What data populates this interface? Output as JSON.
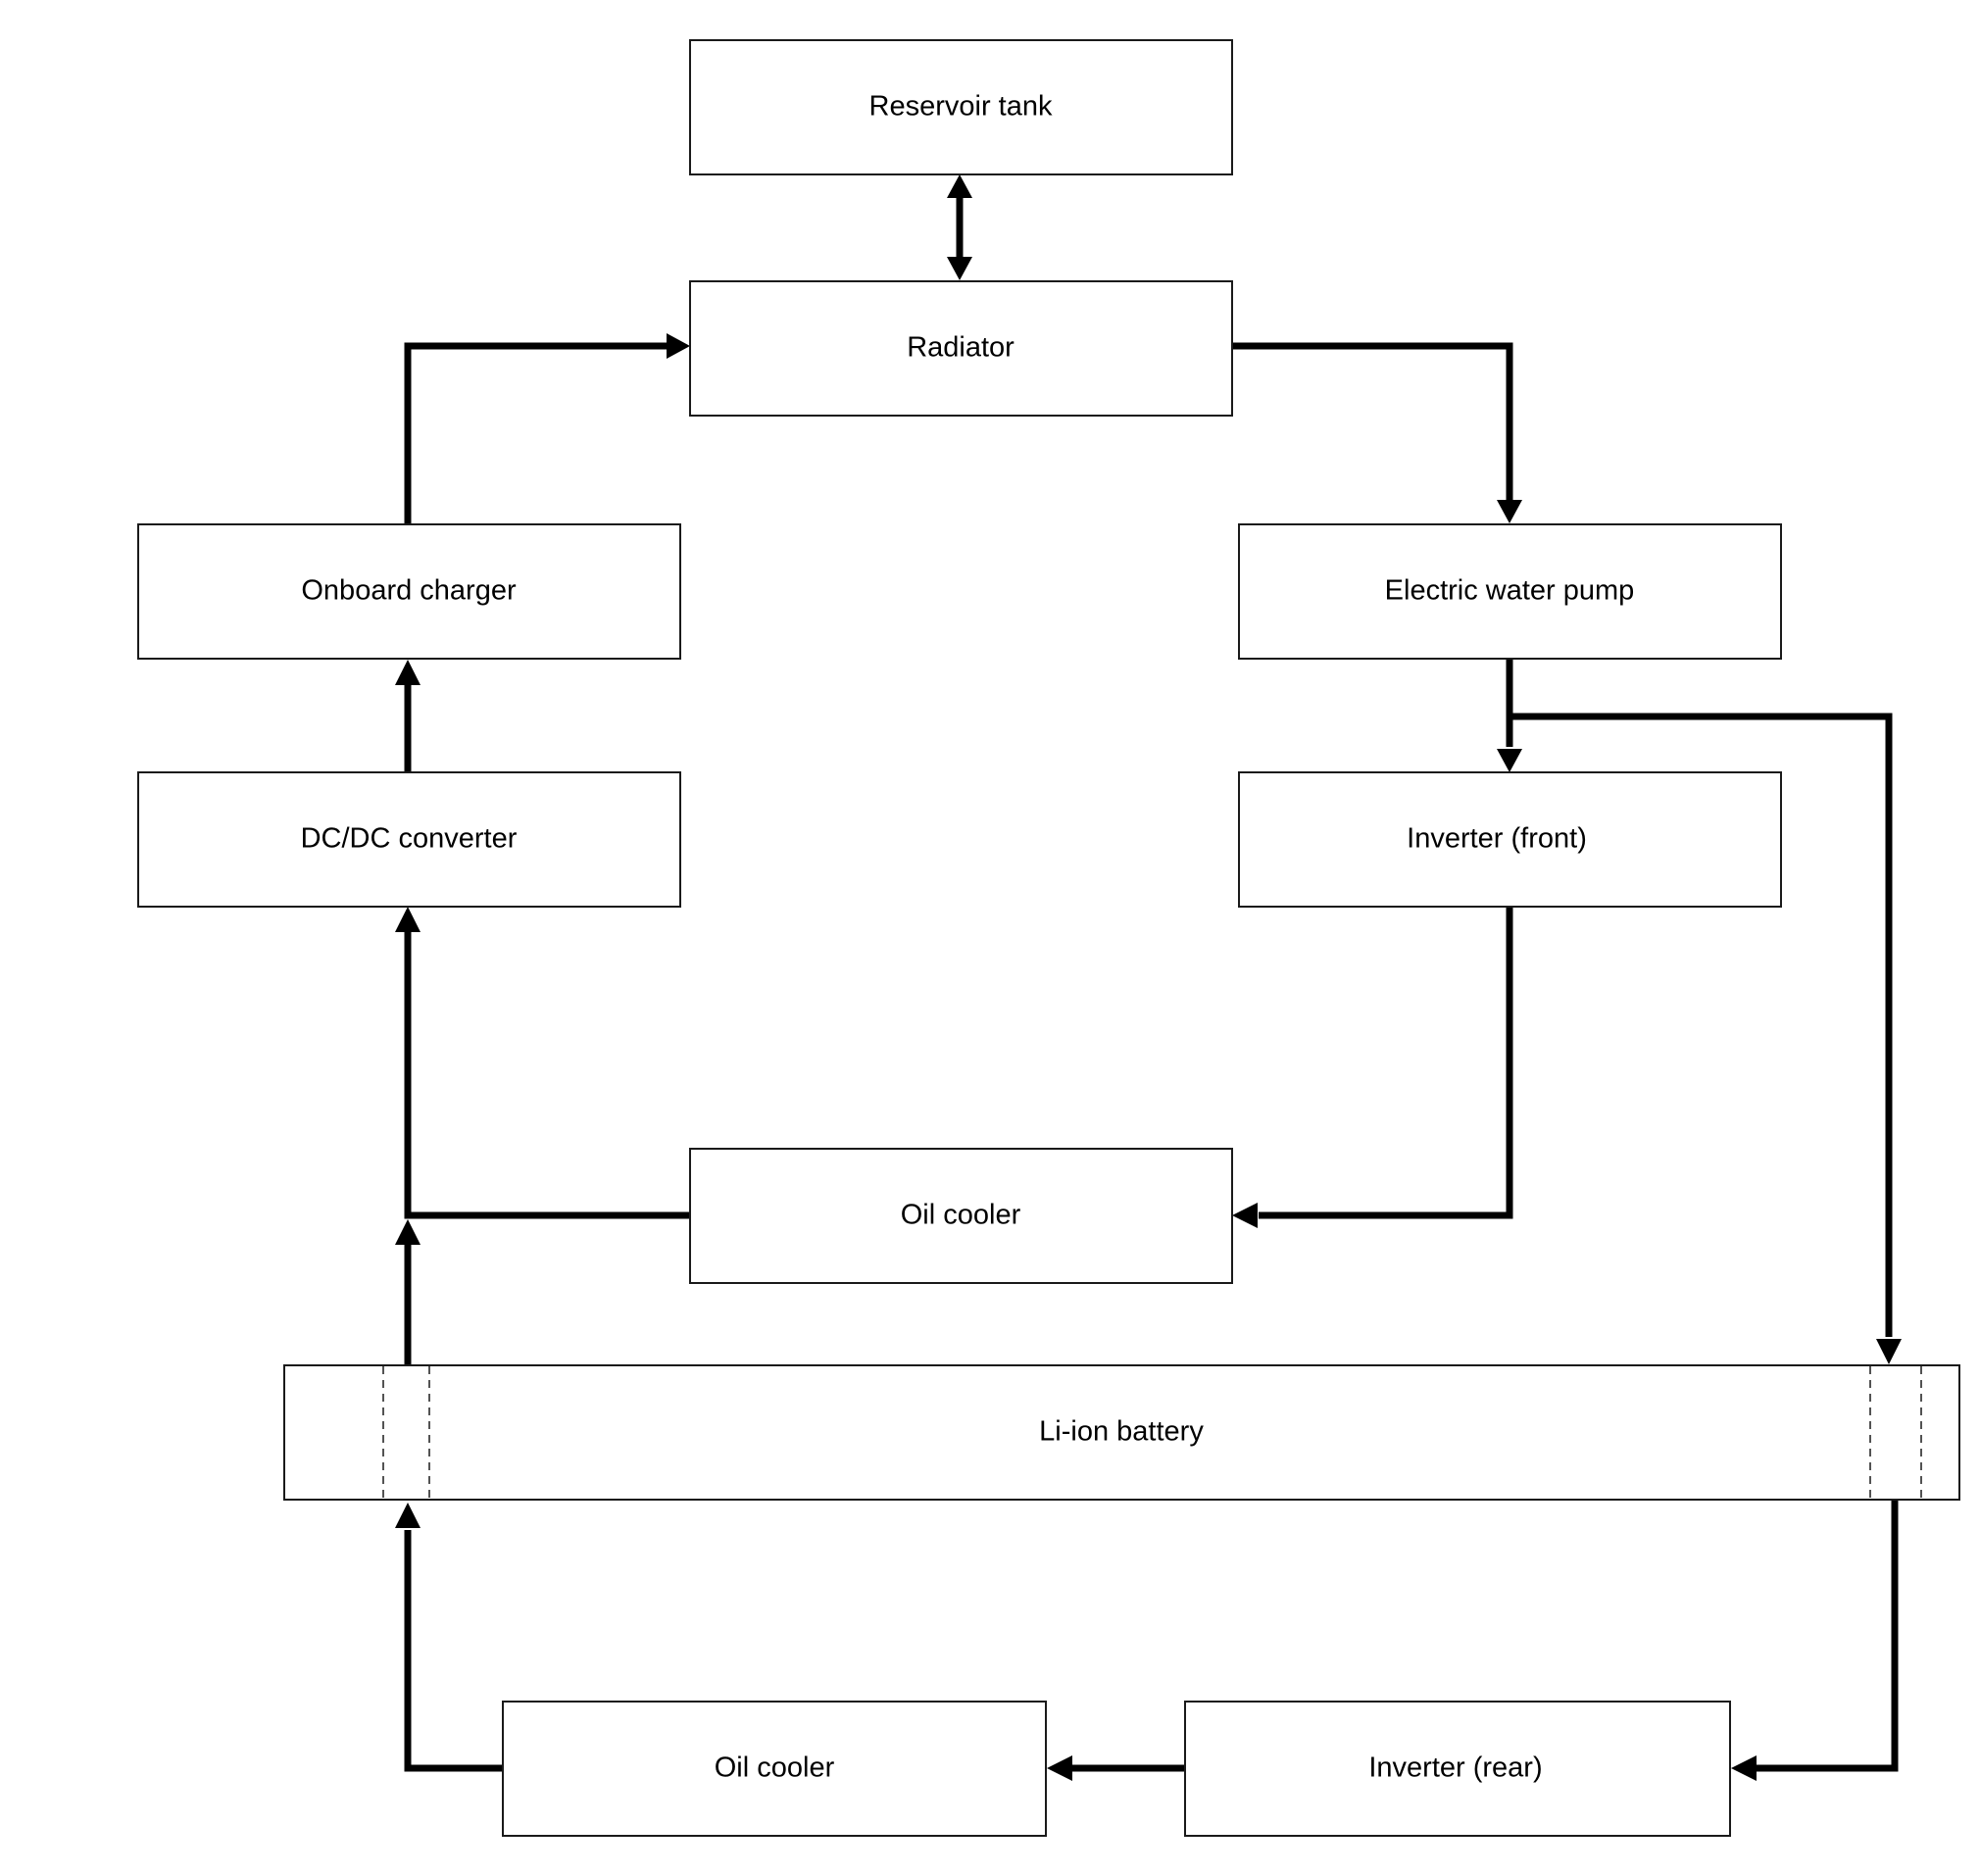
{
  "diagram": {
    "nodes": {
      "reservoir_tank": "Reservoir tank",
      "radiator": "Radiator",
      "onboard_charger": "Onboard charger",
      "electric_water_pump": "Electric water pump",
      "dcdc_converter": "DC/DC converter",
      "inverter_front": "Inverter (front)",
      "oil_cooler_upper": "Oil cooler",
      "li_ion_battery": "Li-ion battery",
      "oil_cooler_lower": "Oil cooler",
      "inverter_rear": "Inverter (rear)"
    },
    "connections": [
      {
        "from": "Reservoir tank",
        "to": "Radiator",
        "direction": "bidirectional"
      },
      {
        "from": "Radiator",
        "to": "Electric water pump"
      },
      {
        "from": "Electric water pump",
        "to": "Inverter (front)"
      },
      {
        "from": "Electric water pump",
        "to": "Li-ion battery"
      },
      {
        "from": "Inverter (front)",
        "to": "Oil cooler"
      },
      {
        "from": "Oil cooler",
        "to": "DC/DC converter"
      },
      {
        "from": "Li-ion battery",
        "to": "DC/DC converter"
      },
      {
        "from": "DC/DC converter",
        "to": "Onboard charger"
      },
      {
        "from": "Onboard charger",
        "to": "Radiator"
      },
      {
        "from": "Li-ion battery",
        "to": "Inverter (rear)"
      },
      {
        "from": "Inverter (rear)",
        "to": "Oil cooler"
      },
      {
        "from": "Oil cooler",
        "to": "Li-ion battery"
      }
    ]
  }
}
